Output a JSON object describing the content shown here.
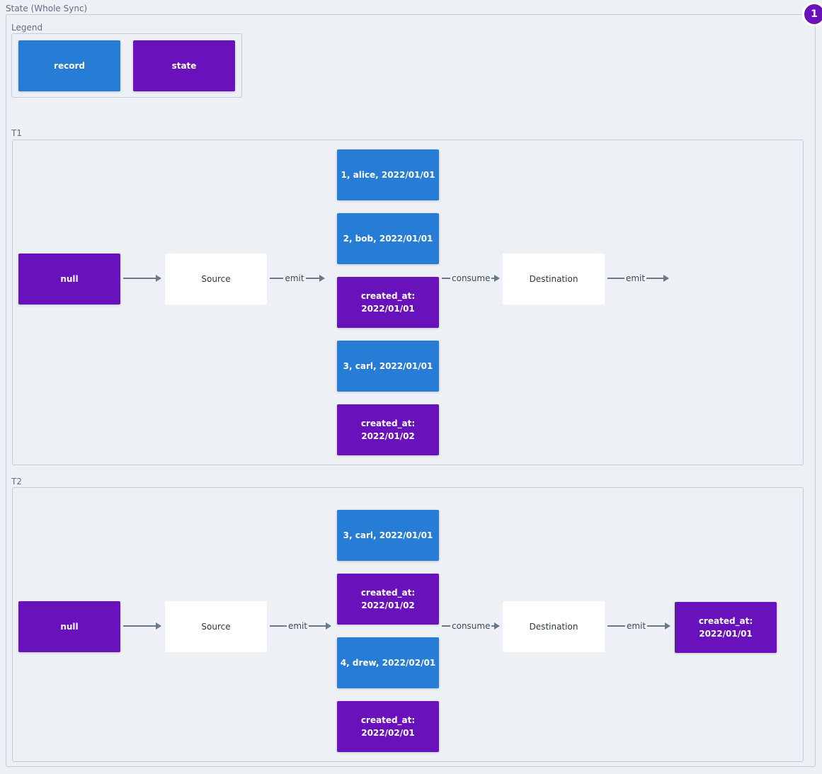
{
  "title": "State (Whole Sync)",
  "badge": "1",
  "colors": {
    "record": "#277dd6",
    "state": "#6911bb"
  },
  "legend": {
    "label": "Legend",
    "record": "record",
    "state": "state"
  },
  "t1": {
    "label": "T1",
    "input": "null",
    "source": "Source",
    "emit": "emit",
    "consume": "consume",
    "destination": "Destination",
    "emit_out": "emit",
    "messages": [
      {
        "type": "record",
        "text": "1, alice, 2022/01/01"
      },
      {
        "type": "record",
        "text": "2, bob, 2022/01/01"
      },
      {
        "type": "state",
        "text": "created_at:\n2022/01/01"
      },
      {
        "type": "record",
        "text": "3, carl, 2022/01/01"
      },
      {
        "type": "state",
        "text": "created_at:\n2022/01/02"
      }
    ]
  },
  "t2": {
    "label": "T2",
    "input": "null",
    "source": "Source",
    "emit": "emit",
    "consume": "consume",
    "destination": "Destination",
    "emit_out": "emit",
    "output": "created_at:\n2022/01/01",
    "messages": [
      {
        "type": "record",
        "text": "3, carl, 2022/01/01"
      },
      {
        "type": "state",
        "text": "created_at:\n2022/01/02"
      },
      {
        "type": "record",
        "text": "4, drew, 2022/02/01"
      },
      {
        "type": "state",
        "text": "created_at:\n2022/02/01"
      }
    ]
  }
}
